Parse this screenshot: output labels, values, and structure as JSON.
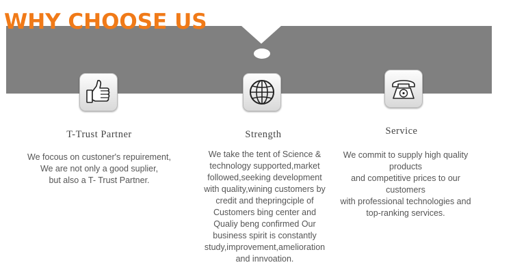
{
  "header": {
    "title": "WHY CHOOSE US"
  },
  "columns": [
    {
      "icon": "thumbs-up-icon",
      "title": "T-Trust Partner",
      "lines": [
        "We focous on custoner's repuirement,",
        "We are not only a good suplier,",
        "but also a T- Trust Partner."
      ]
    },
    {
      "icon": "globe-icon",
      "title": "Strength",
      "lines": [
        "We take the tent of Science &",
        "technology supported,market",
        "followed,seeking development",
        "with quality,wining customers by",
        "credit and thepringciple of",
        "Customers bing center and",
        "Qualiy beng confirmed Our",
        "business spirit is constantly",
        "study,improvement,amelioration",
        "and  innvoation."
      ]
    },
    {
      "icon": "telephone-icon",
      "title": "Service",
      "lines": [
        "We commit to supply high quality",
        "products",
        "and competitive prices to our",
        "customers",
        "with professional technologies and",
        "top-ranking services."
      ]
    }
  ],
  "colors": {
    "accent": "#f07a18",
    "band": "#808080"
  }
}
